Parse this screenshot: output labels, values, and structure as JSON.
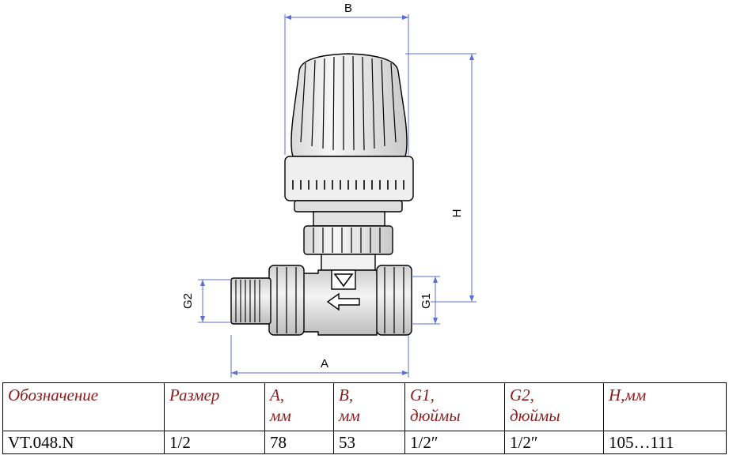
{
  "dimensions": {
    "a": "A",
    "b": "B",
    "h": "H",
    "g1": "G1",
    "g2": "G2"
  },
  "table": {
    "headers": [
      [
        "Обозначение"
      ],
      [
        "Размер"
      ],
      [
        "A,",
        "мм"
      ],
      [
        "B,",
        "мм"
      ],
      [
        "G1,",
        "дюймы"
      ],
      [
        "G2,",
        "дюймы"
      ],
      [
        "H,мм"
      ]
    ],
    "rows": [
      [
        "VT.048.N",
        "1/2",
        "78",
        "53",
        "1/2″",
        "1/2″",
        "105…111"
      ]
    ]
  },
  "colors": {
    "dimension_line": "#5b6fd6",
    "header_text": "#8b1a1a"
  }
}
